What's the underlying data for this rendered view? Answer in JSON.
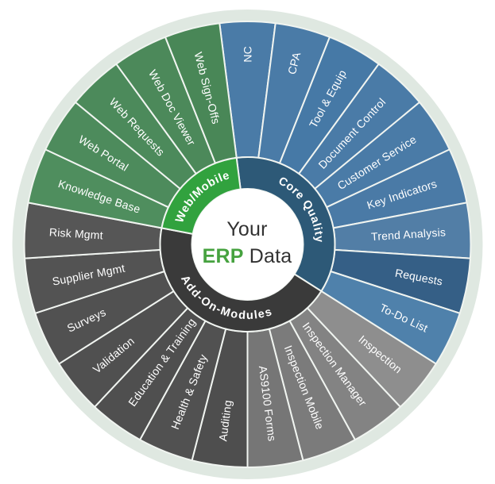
{
  "diagram": {
    "center": {
      "line1": "Your",
      "highlight": "ERP",
      "line2": "Data"
    },
    "colors": {
      "background_ring": "#dfe8e1",
      "separator": "#f0f4f0",
      "center_circle": "#ffffff",
      "center_text": "#323232",
      "erp_green": "#46a23f",
      "label_text": "#ffffff"
    },
    "wheel": {
      "segment_angle_deg": 14.4,
      "start_angle_deg": -7.2,
      "categories": [
        {
          "name": "Core Quality",
          "ring_color": "#2d5977",
          "segments": [
            {
              "label": "NC",
              "color": "#4a7ba7"
            },
            {
              "label": "CPA",
              "color": "#4a7ba7"
            },
            {
              "label": "Tool & Equip",
              "color": "#4679a6"
            },
            {
              "label": "Document Control",
              "color": "#4a7ba7"
            },
            {
              "label": "Customer Service",
              "color": "#4a7ba7"
            },
            {
              "label": "Key Indicators",
              "color": "#4a7aa6"
            },
            {
              "label": "Trend Analysis",
              "color": "#527ea6"
            },
            {
              "label": "Requests",
              "color": "#355f86"
            },
            {
              "label": "To-Do List",
              "color": "#4f81ab"
            }
          ]
        },
        {
          "name": "Add-On-Modules",
          "ring_color": "#3a3a3a",
          "segments": [
            {
              "label": "Inspection",
              "color": "#8e8e8e"
            },
            {
              "label": "Inspection Manager",
              "color": "#838383"
            },
            {
              "label": "Inspection Mobile",
              "color": "#7b7b7b"
            },
            {
              "label": "AS9100 Forms",
              "color": "#767676"
            },
            {
              "label": "Auditing",
              "color": "#4e4e4e"
            },
            {
              "label": "Health & Safety",
              "color": "#515151"
            },
            {
              "label": "Education & Training",
              "color": "#4f4f4f"
            },
            {
              "label": "Validation",
              "color": "#505050"
            },
            {
              "label": "Surveys",
              "color": "#515151"
            },
            {
              "label": "Supplier Mgmt",
              "color": "#535353"
            },
            {
              "label": "Risk Mgmt",
              "color": "#565656"
            }
          ]
        },
        {
          "name": "Web/Mobile",
          "ring_color": "#31a23e",
          "segments": [
            {
              "label": "Knowledge Base",
              "color": "#4f8e5e"
            },
            {
              "label": "Web Portal",
              "color": "#4d8b5c"
            },
            {
              "label": "Web Requests",
              "color": "#4c8a5b"
            },
            {
              "label": "Web Doc Viewer",
              "color": "#4c895a"
            },
            {
              "label": "Web Sign-Offs",
              "color": "#498757"
            }
          ]
        }
      ]
    }
  }
}
